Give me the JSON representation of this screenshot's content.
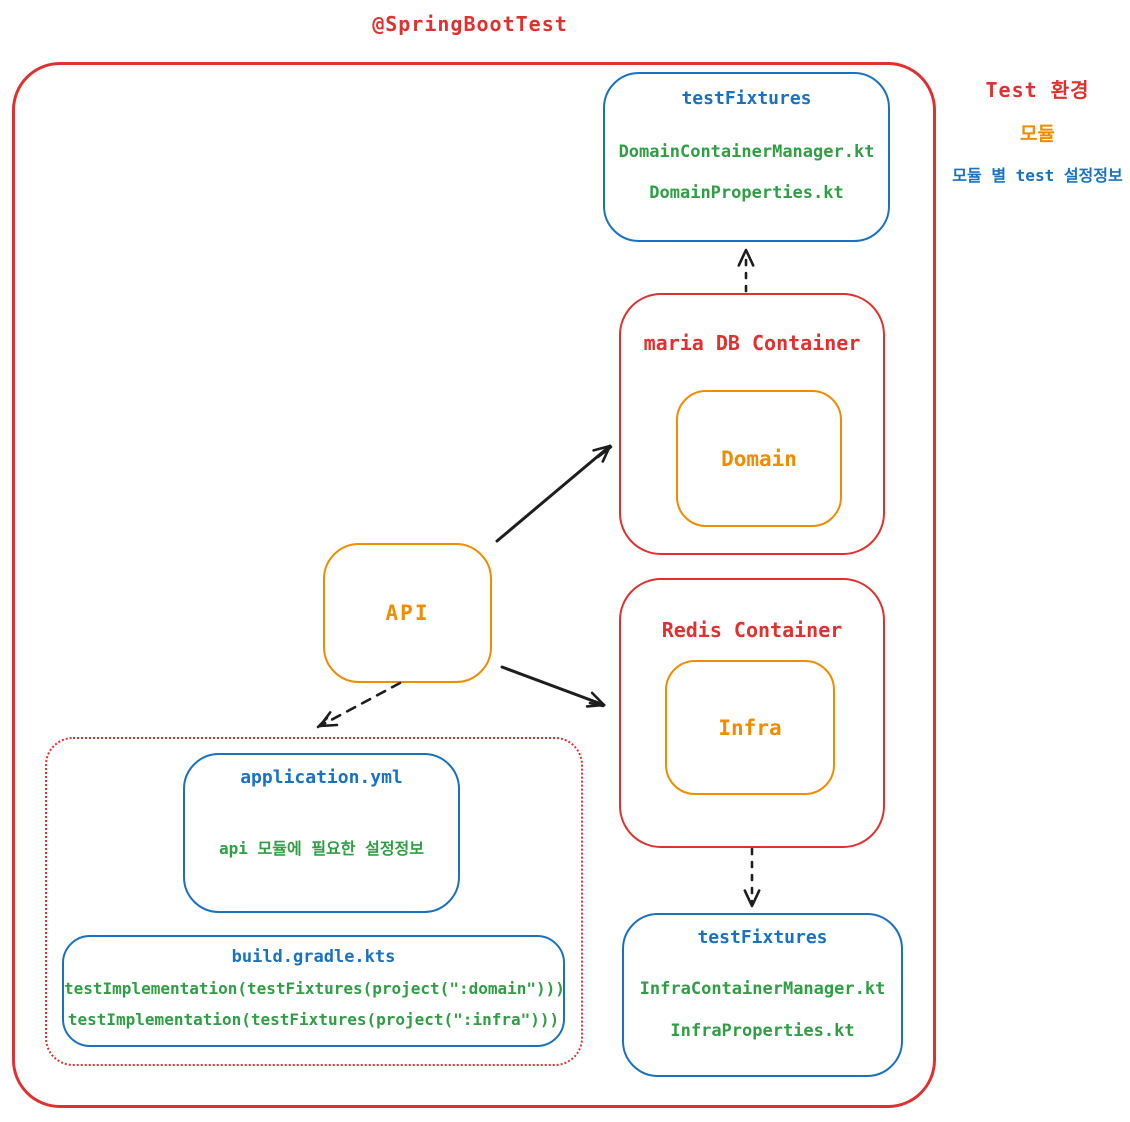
{
  "title": "@SpringBootTest",
  "colors": {
    "red": "#e03131",
    "orange": "#f08c00",
    "blue": "#1971c2",
    "green": "#2f9e44",
    "arrow_black": "#1e1e1e"
  },
  "legend": {
    "test_env": "Test 환경",
    "module": "모듈",
    "module_config": "모듈 별 test 설정정보"
  },
  "boxes": {
    "domain_fixtures": {
      "title": "testFixtures",
      "files": [
        "DomainContainerManager.kt",
        "DomainProperties.kt"
      ]
    },
    "maria": {
      "title": "maria DB Container",
      "module": "Domain"
    },
    "api": {
      "label": "API"
    },
    "redis": {
      "title": "Redis Container",
      "module": "Infra"
    },
    "app_yml": {
      "title": "application.yml",
      "desc": "api 모듈에 필요한 설정정보"
    },
    "gradle": {
      "title": "build.gradle.kts",
      "lines": [
        "testImplementation(testFixtures(project(\":domain\")))",
        "testImplementation(testFixtures(project(\":infra\")))"
      ]
    },
    "infra_fixtures": {
      "title": "testFixtures",
      "files": [
        "InfraContainerManager.kt",
        "InfraProperties.kt"
      ]
    }
  }
}
